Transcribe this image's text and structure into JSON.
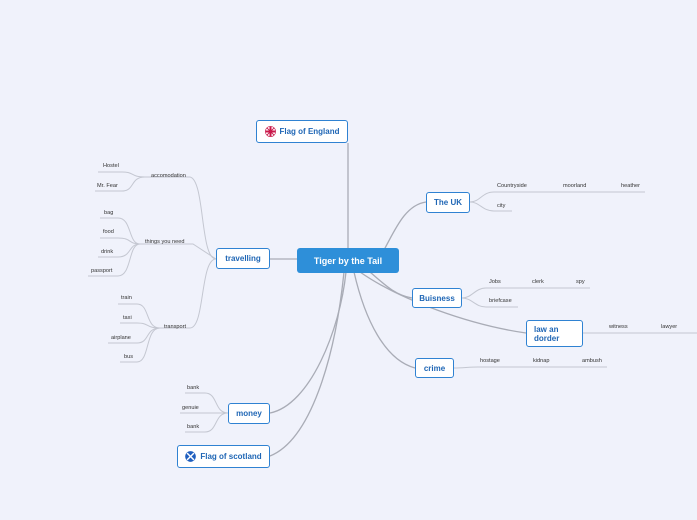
{
  "root": {
    "label": "Tiger by the Tail"
  },
  "topics": {
    "flag_england": "Flag of England",
    "flag_scotland": "Flag of scotland",
    "travelling": "travelling",
    "money": "money",
    "the_uk": "The UK",
    "business": "Buisness",
    "law": "law an dorder",
    "crime": "crime"
  },
  "leaves": {
    "accomodation": "accomodation",
    "hostel": "Hostel",
    "mr_fear": "Mr. Fear",
    "things_you_need": "things you need",
    "bag": "bag",
    "food": "food",
    "drink": "drink",
    "passport": "passport",
    "transport": "transport",
    "train": "train",
    "taxi": "taxi",
    "airplane": "airplane",
    "bus": "bus",
    "bank1": "bank",
    "genuie": "genuie",
    "bank2": "bank",
    "countryside": "Countryside",
    "moorland": "moorland",
    "heather": "heather",
    "city": "city",
    "jobs": "Jobs",
    "clerk": "clerk",
    "spy": "spy",
    "briefcase": "briefcase",
    "witness": "witness",
    "lawyer": "lawyer",
    "hostage": "hostage",
    "kidnap": "kidnap",
    "ambush": "ambush"
  },
  "colors": {
    "background": "#f0f2fb",
    "root_fill": "#2e8fd9",
    "node_border": "#2f82d2",
    "node_text": "#1f66b5",
    "connector": "#c4c7d1"
  },
  "icons": {
    "england": "uk-flag-icon",
    "scotland": "scotland-flag-icon"
  }
}
